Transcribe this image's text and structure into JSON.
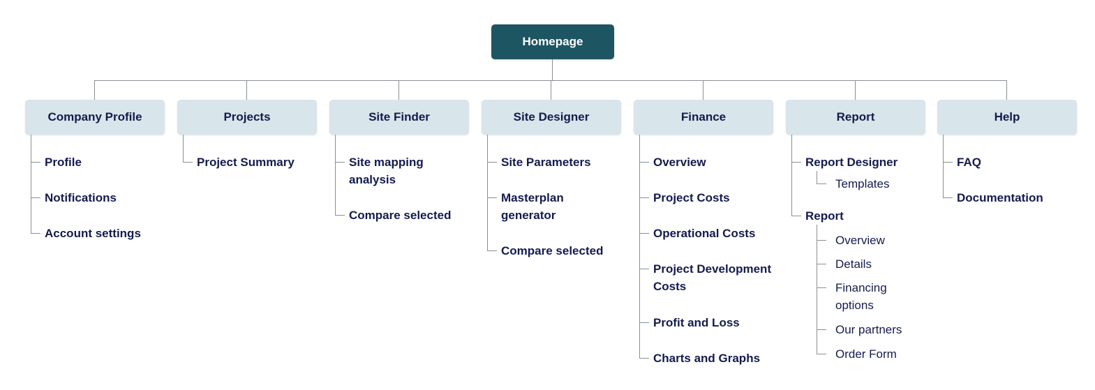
{
  "colors": {
    "root_fill": "#1e5563",
    "section_fill": "#d8e5ea",
    "text": "#141b4d",
    "connector": "#8a8f94"
  },
  "root": {
    "label": "Homepage"
  },
  "sections": [
    {
      "title": "Company Profile",
      "items": [
        {
          "label": "Profile"
        },
        {
          "label": "Notifications"
        },
        {
          "label": "Account settings"
        }
      ]
    },
    {
      "title": "Projects",
      "items": [
        {
          "label": "Project Summary"
        }
      ]
    },
    {
      "title": "Site Finder",
      "items": [
        {
          "label": "Site mapping analysis"
        },
        {
          "label": "Compare selected"
        }
      ]
    },
    {
      "title": "Site Designer",
      "items": [
        {
          "label": "Site Parameters"
        },
        {
          "label": "Masterplan generator"
        },
        {
          "label": "Compare selected"
        }
      ]
    },
    {
      "title": "Finance",
      "items": [
        {
          "label": "Overview"
        },
        {
          "label": "Project Costs"
        },
        {
          "label": "Operational Costs"
        },
        {
          "label": "Project Development Costs"
        },
        {
          "label": "Profit and Loss"
        },
        {
          "label": "Charts and Graphs"
        }
      ]
    },
    {
      "title": "Report",
      "items": [
        {
          "label": "Report Designer",
          "children": [
            {
              "label": "Templates"
            }
          ]
        },
        {
          "label": "Report",
          "children": [
            {
              "label": "Overview"
            },
            {
              "label": "Details"
            },
            {
              "label": "Financing options"
            },
            {
              "label": "Our partners"
            },
            {
              "label": "Order Form"
            }
          ]
        }
      ]
    },
    {
      "title": "Help",
      "items": [
        {
          "label": "FAQ"
        },
        {
          "label": "Documentation"
        }
      ]
    }
  ]
}
